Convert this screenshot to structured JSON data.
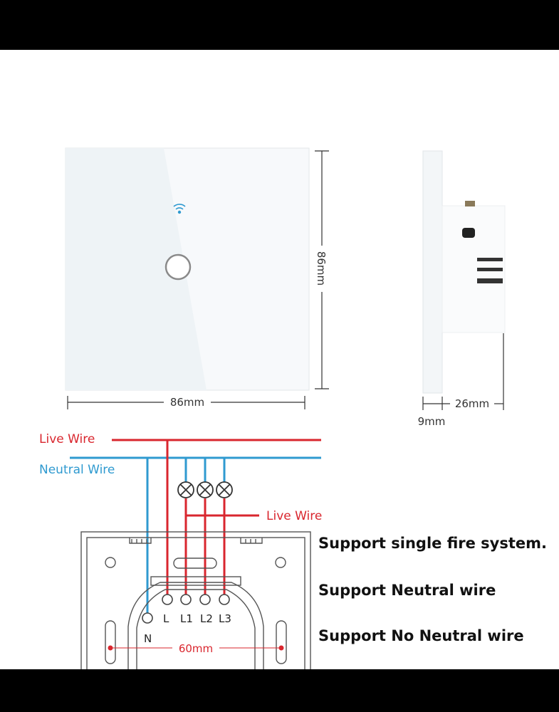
{
  "dimensions": {
    "front_height": "86mm",
    "front_width": "86mm",
    "side_depth": "26mm",
    "side_panel": "9mm",
    "box_spacing": "60mm"
  },
  "wiring": {
    "live_wire_top": "Live Wire",
    "neutral_wire": "Neutral Wire",
    "live_wire_load": "Live Wire",
    "terminals": [
      "N",
      "L",
      "L1",
      "L2",
      "L3"
    ]
  },
  "features": [
    "Support single fire system.",
    "Support Neutral wire",
    "Support No Neutral wire"
  ],
  "colors": {
    "live": "#d9262e",
    "neutral": "#2f9ad0",
    "touch_ring": "#888888"
  }
}
